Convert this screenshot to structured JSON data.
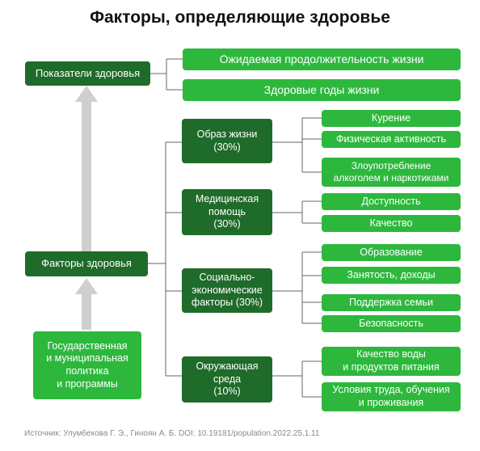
{
  "title": "Факторы, определяющие здоровье",
  "indicators": {
    "label": "Показатели здоровья",
    "items": [
      "Ожидаемая продолжительность жизни",
      "Здоровые годы жизни"
    ]
  },
  "factors_label": "Факторы здоровья",
  "policy_label": "Государственная\nи муниципальная\nполитика\nи программы",
  "groups": [
    {
      "label": "Образ жизни\n(30%)",
      "items": [
        "Курение",
        "Физическая активность",
        "Злоупотребление\nалкоголем и наркотиками"
      ]
    },
    {
      "label": "Медицинская\nпомощь\n(30%)",
      "items": [
        "Доступность",
        "Качество"
      ]
    },
    {
      "label": "Социально-\nэкономические\nфакторы (30%)",
      "items": [
        "Образование",
        "Занятость, доходы",
        "Поддержка семьи",
        "Безопасность"
      ]
    },
    {
      "label": "Окружающая\nсреда\n(10%)",
      "items": [
        "Качество воды\nи продуктов питания",
        "Условия труда, обучения\nи проживания"
      ]
    }
  ],
  "source": "Источник: Улумбекова Г. Э., Гиноян А. Б. DOI: 10.19181/population.2022.25.1.11"
}
